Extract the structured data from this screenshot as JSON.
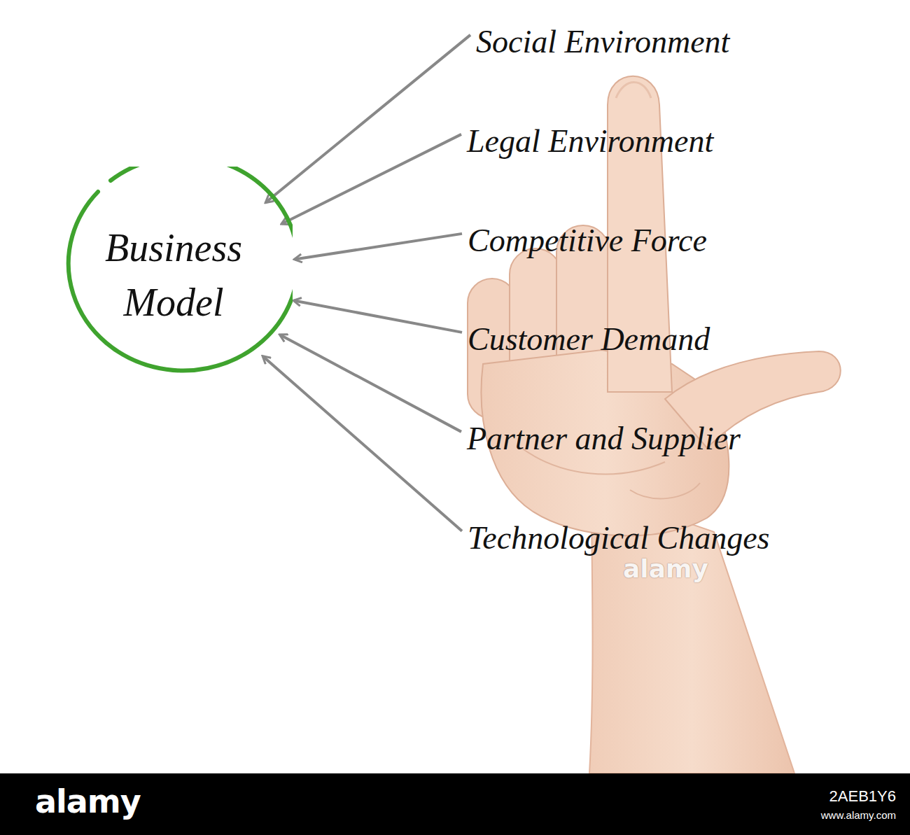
{
  "diagram": {
    "nodes": [
      {
        "text": [
          "Business Model"
        ]
      },
      {
        "text": [
          "Social Environment"
        ]
      },
      {
        "text": [
          "Legal Environment"
        ]
      },
      {
        "text": [
          "Competitive Force"
        ]
      },
      {
        "text": [
          "Customer Demand"
        ]
      },
      {
        "text": [
          "Partner and Supplier"
        ]
      },
      {
        "text": [
          "Technological Changes"
        ]
      }
    ],
    "edges": [
      {
        "from": 1,
        "to": 0,
        "arrow": "to"
      },
      {
        "from": 2,
        "to": 0,
        "arrow": "to"
      },
      {
        "from": 3,
        "to": 0,
        "arrow": "to"
      },
      {
        "from": 4,
        "to": 0,
        "arrow": "to"
      },
      {
        "from": 5,
        "to": 0,
        "arrow": "to"
      },
      {
        "from": 6,
        "to": 0,
        "arrow": "to"
      }
    ],
    "labels": [
      "alamy",
      "alamy",
      "2AEB1Y6",
      "www.alamy.com"
    ]
  }
}
